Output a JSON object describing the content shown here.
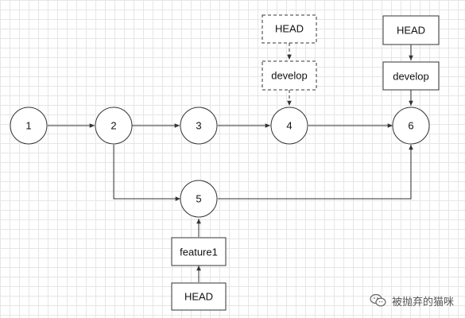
{
  "commits": [
    {
      "id": "c1",
      "label": "1"
    },
    {
      "id": "c2",
      "label": "2"
    },
    {
      "id": "c3",
      "label": "3"
    },
    {
      "id": "c4",
      "label": "4"
    },
    {
      "id": "c5",
      "label": "5"
    },
    {
      "id": "c6",
      "label": "6"
    }
  ],
  "refs": {
    "old_head": {
      "label": "HEAD",
      "style": "dashed"
    },
    "old_develop": {
      "label": "develop",
      "style": "dashed"
    },
    "new_head": {
      "label": "HEAD",
      "style": "solid"
    },
    "new_develop": {
      "label": "develop",
      "style": "solid"
    },
    "feature1": {
      "label": "feature1",
      "style": "solid"
    },
    "feature_head": {
      "label": "HEAD",
      "style": "solid"
    }
  },
  "edges": [
    {
      "from": "c1",
      "to": "c2"
    },
    {
      "from": "c2",
      "to": "c3"
    },
    {
      "from": "c3",
      "to": "c4"
    },
    {
      "from": "c4",
      "to": "c6"
    },
    {
      "from": "c2",
      "to": "c5"
    },
    {
      "from": "c5",
      "to": "c6"
    },
    {
      "from": "old_head",
      "to": "old_develop"
    },
    {
      "from": "old_develop",
      "to": "c4"
    },
    {
      "from": "new_head",
      "to": "new_develop"
    },
    {
      "from": "new_develop",
      "to": "c6"
    },
    {
      "from": "feature_head",
      "to": "feature1"
    },
    {
      "from": "feature1",
      "to": "c5"
    }
  ],
  "watermark": {
    "text": "被抛弃的猫咪",
    "icon": "wechat-icon"
  },
  "colors": {
    "stroke": "#333333",
    "grid": "#e6e6e6",
    "background": "#ffffff"
  }
}
